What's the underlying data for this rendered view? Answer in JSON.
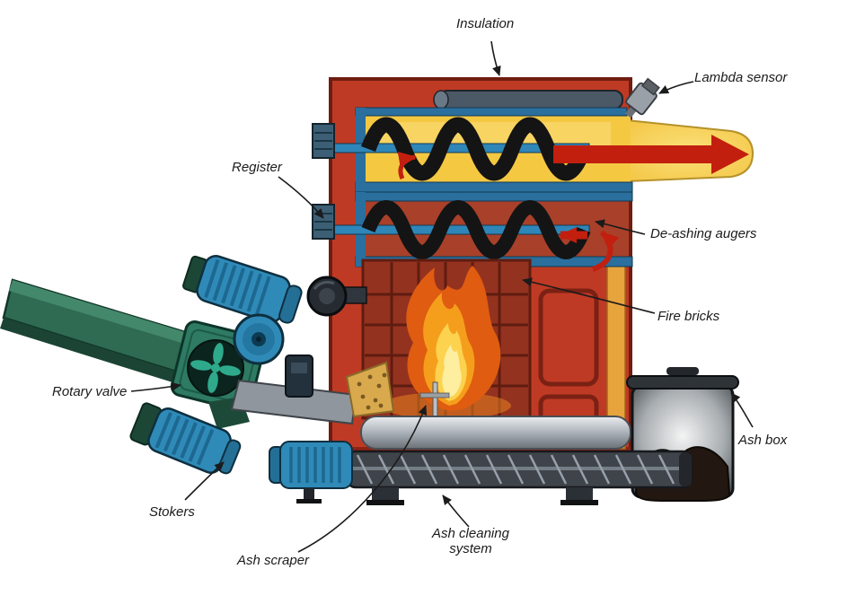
{
  "figure": {
    "labels": {
      "insulation": "Insulation",
      "lambda_sensor": "Lambda sensor",
      "register": "Register",
      "de_ashing_augers": "De-ashing augers",
      "fire_bricks": "Fire bricks",
      "rotary_valve": "Rotary valve",
      "ash_box": "Ash box",
      "stokers": "Stokers",
      "ash_scraper": "Ash scraper",
      "ash_cleaning_system": "Ash cleaning system"
    },
    "colors": {
      "boiler_red": "#bf3a24",
      "dark_red_outline": "#6f1d10",
      "duct_yellow": "#f5c842",
      "steel_blue": "#2f8ab8",
      "rail_blue": "#2a6f9e",
      "teal_green": "#2e7a63",
      "duct_green": "#2e6b52",
      "flame_orange": "#f59e1c",
      "flame_core": "#fcd24e",
      "flue_arrow_red": "#c21f0f",
      "ash_dark": "#221711",
      "label_text": "#1b1b1b"
    }
  }
}
